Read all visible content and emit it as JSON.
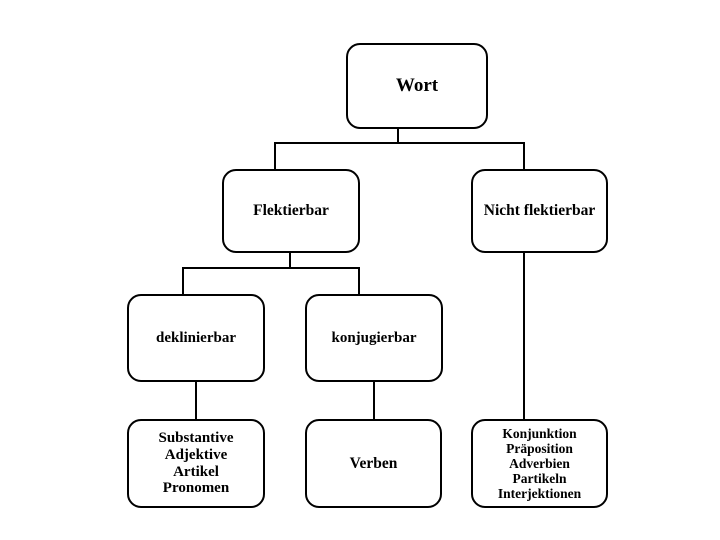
{
  "diagram": {
    "title": "Wort",
    "language": "de",
    "stroke_color": "#000000",
    "background_color": "#ffffff",
    "nodes": {
      "root": {
        "label": "Wort"
      },
      "flektierbar": {
        "label": "Flektierbar"
      },
      "nicht_flektierbar": {
        "label": "Nicht flektierbar"
      },
      "deklinierbar": {
        "label": "deklinierbar"
      },
      "konjugierbar": {
        "label": "konjugierbar"
      },
      "deklinierbar_leaf": {
        "label": "Substantive\nAdjektive\nArtikel\nPronomen"
      },
      "konjugierbar_leaf": {
        "label": "Verben"
      },
      "nicht_flektierbar_leaf": {
        "label": "Konjunktion\nPräposition\nAdverbien\nPartikeln\nInterjektionen"
      }
    }
  }
}
